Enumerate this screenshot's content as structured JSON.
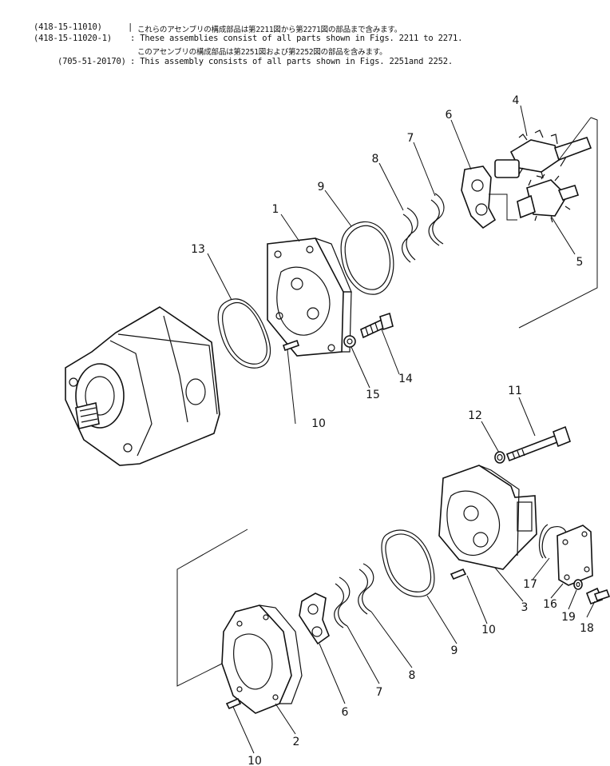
{
  "header": {
    "line1_code": "(418-15-11010)",
    "line1_bracket": "|",
    "line1_text": "これらのアセンブリの構成部品は第2211図から第2271図の部品まで含みます。",
    "line2_code": "(418-15-11020-1)",
    "line2_text": ": These assemblies consist of all parts shown in Figs. 2211 to 2271.",
    "line3_text": "このアセンブリの構成部品は第2251図および第2252図の部品を含みます。",
    "line4_code": "(705-51-20170)",
    "line4_text": ": This assembly consists of all parts shown in Figs. 2251and 2252."
  },
  "callouts": {
    "c1": "1",
    "c2": "2",
    "c3": "3",
    "c4": "4",
    "c5": "5",
    "c6a": "6",
    "c6b": "6",
    "c7a": "7",
    "c7b": "7",
    "c8a": "8",
    "c8b": "8",
    "c9a": "9",
    "c9b": "9",
    "c10a": "10",
    "c10b": "10",
    "c10c": "10",
    "c11": "11",
    "c12": "12",
    "c13": "13",
    "c14": "14",
    "c15": "15",
    "c16": "16",
    "c17": "17",
    "c18": "18",
    "c19": "19"
  }
}
